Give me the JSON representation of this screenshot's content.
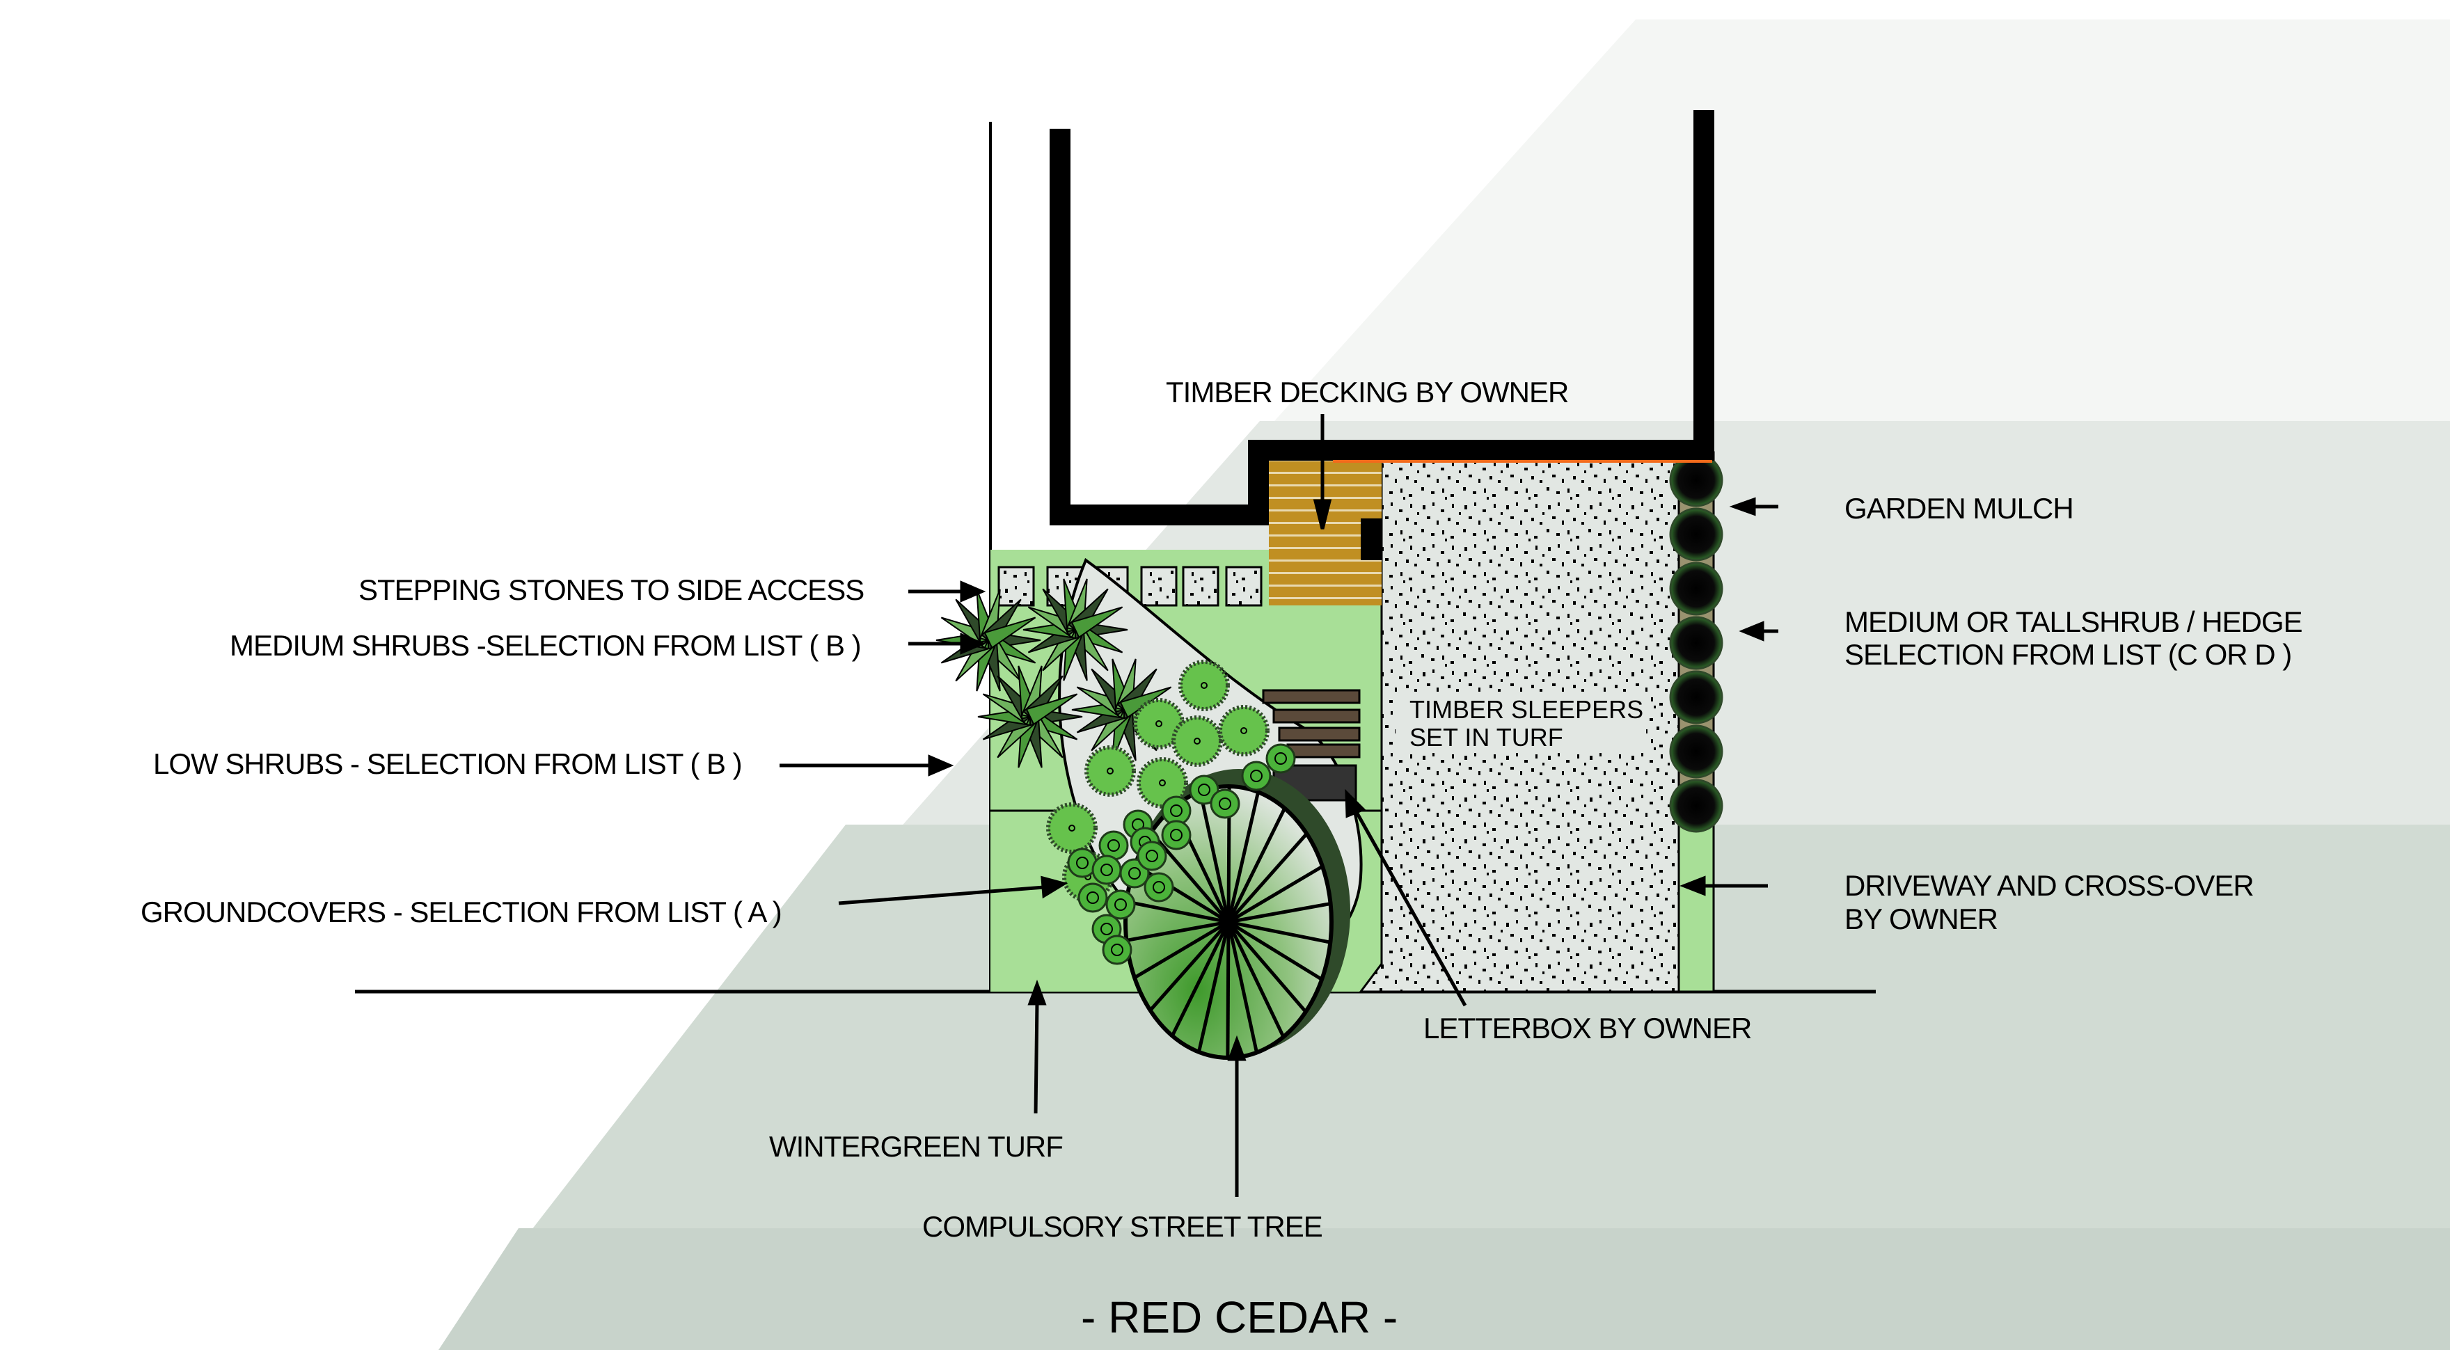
{
  "drawing": {
    "title": "- RED CEDAR -",
    "colors": {
      "turf": "#a8df97",
      "paving": "#e2e7e3",
      "decking": "#c08f22",
      "sleeper": "#5b4a3a",
      "letterbox": "#333333",
      "wall": "#000000",
      "mulch": "#9a9370",
      "shrub_light": "#66c24c",
      "shrub_dark": "#2f4a2a",
      "band_light": "#e3e8e4",
      "band_mid": "#d1dbd3",
      "band_dark": "#c8d3cb",
      "edge_orange": "#f26a1b"
    },
    "labels": {
      "timber_decking": "TIMBER DECKING BY OWNER",
      "garden_mulch": "GARDEN MULCH",
      "hedge_line1": "MEDIUM OR TALLSHRUB / HEDGE",
      "hedge_line2": "SELECTION FROM LIST (C OR D )",
      "stepping_stones": "STEPPING STONES TO SIDE ACCESS",
      "medium_shrubs": "MEDIUM SHRUBS -SELECTION FROM LIST ( B )",
      "timber_sleepers_line1": "TIMBER SLEEPERS",
      "timber_sleepers_line2": "SET IN TURF",
      "low_shrubs": "LOW SHRUBS - SELECTION FROM LIST ( B )",
      "driveway_line1": "DRIVEWAY AND CROSS-OVER",
      "driveway_line2": "BY OWNER",
      "groundcovers": "GROUNDCOVERS - SELECTION FROM LIST ( A )",
      "letterbox": "LETTERBOX BY OWNER",
      "wintergreen_turf": "WINTERGREEN TURF",
      "street_tree": "COMPULSORY STREET TREE"
    }
  }
}
